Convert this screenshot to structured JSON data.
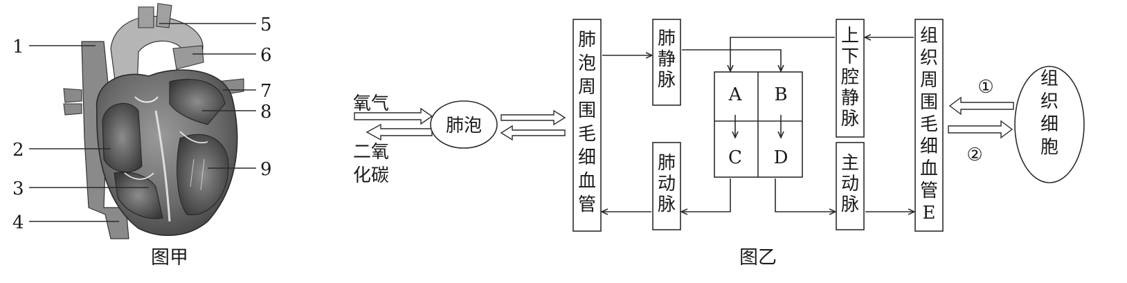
{
  "figure_a": {
    "caption": "图甲",
    "labels": [
      "1",
      "2",
      "3",
      "4",
      "5",
      "6",
      "7",
      "8",
      "9"
    ]
  },
  "figure_b": {
    "caption": "图乙",
    "oxygen": "氧气",
    "co2_line1": "二氧",
    "co2_line2": "化碳",
    "alveoli": "肺泡",
    "alveolar_capillaries": "肺泡周围毛细血管",
    "pulmonary_vein": "肺静脉",
    "pulmonary_artery": "肺动脉",
    "chambers": [
      "A",
      "B",
      "C",
      "D"
    ],
    "vena_cava": "上下腔静脉",
    "aorta": "主动脉",
    "tissue_capillaries": "组织周围毛细血管E",
    "tissue_cells": "组织细胞",
    "marker_1": "①",
    "marker_2": "②"
  }
}
